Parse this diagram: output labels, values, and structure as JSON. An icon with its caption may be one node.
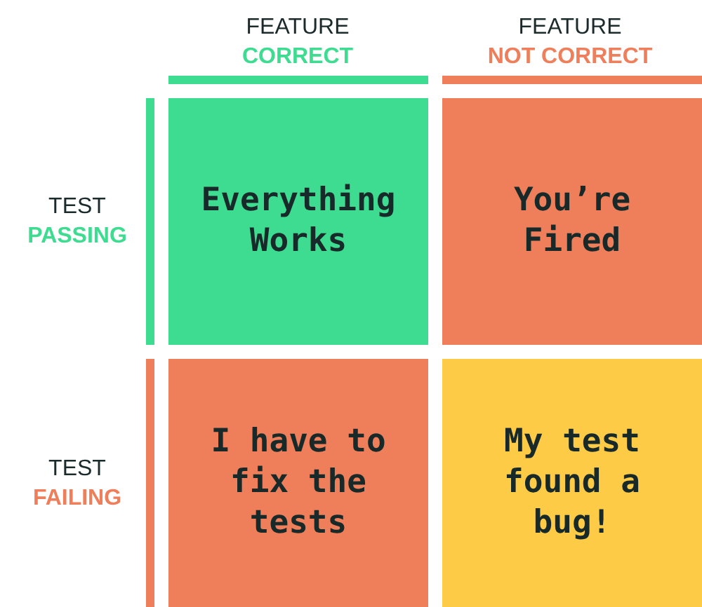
{
  "diagram": {
    "nodes": [
      {
        "text": [
          "Everything Works"
        ]
      },
      {
        "text": [
          "You’re Fired"
        ]
      },
      {
        "text": [
          "I have to fix the tests"
        ]
      },
      {
        "text": [
          "My test found a bug!"
        ]
      }
    ],
    "labels": [
      "FEATURE",
      "CORRECT",
      "FEATURE",
      "NOT CORRECT",
      "TEST",
      "PASSING",
      "TEST",
      "FAILING"
    ]
  }
}
